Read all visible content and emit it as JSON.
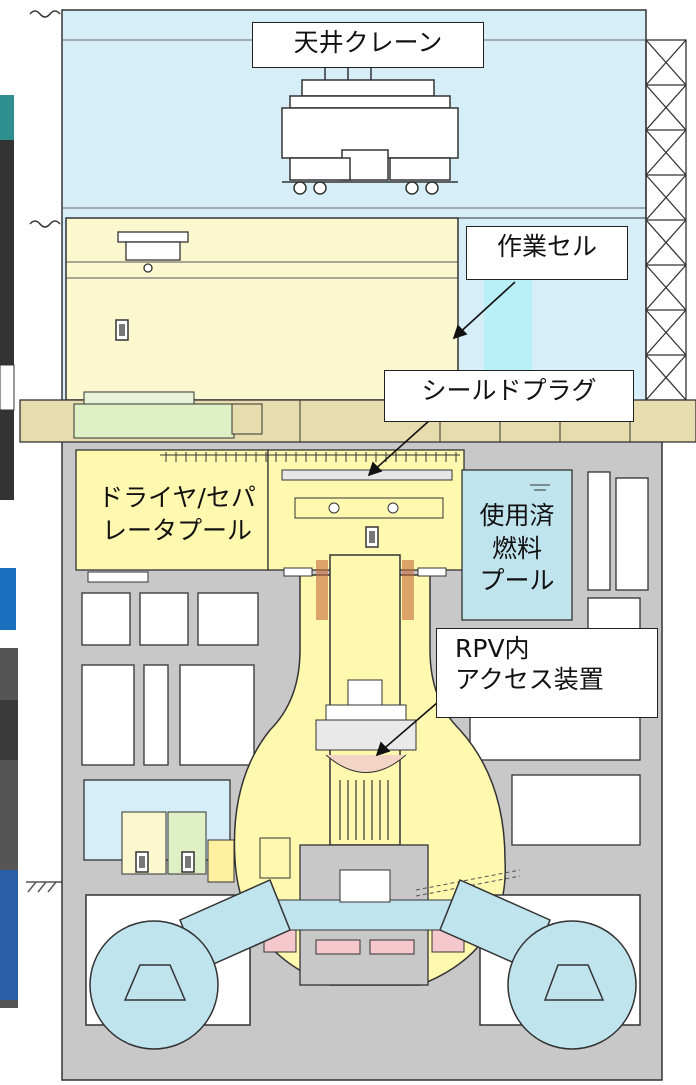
{
  "labels": {
    "crane": "天井クレーン",
    "work_cell": "作業セル",
    "shield_plug": "シールドプラグ",
    "dryer_pool_line1": "ドライヤ/セパ",
    "dryer_pool_line2": "レータプール",
    "spent_fuel_line1": "使用済",
    "spent_fuel_line2": "燃料",
    "spent_fuel_line3": "プール",
    "rpv_access_line1": "RPV内",
    "rpv_access_line2": "アクセス装置"
  },
  "colors": {
    "building_gray": "#c8c8c8",
    "upper_sky": "#d6eef7",
    "yellow_fill": "#fff9b0",
    "pale_yellow": "#fbf7cf",
    "floor_tan": "#e7dcae",
    "water_blue": "#bfe4ee",
    "cyan_pool": "#b9f0f8",
    "pink_pad": "#f4c8cc",
    "green_area": "#dff1c4",
    "line": "#333333"
  }
}
